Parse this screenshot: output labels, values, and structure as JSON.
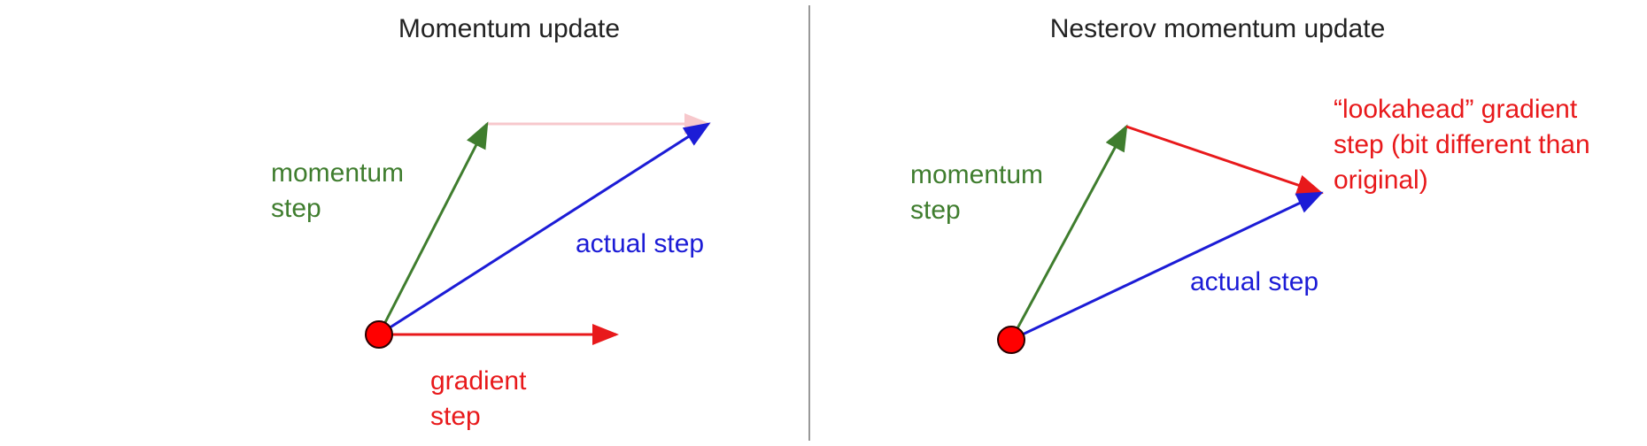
{
  "colors": {
    "momentum": "#3f7d2e",
    "gradient": "#e8191b",
    "gradient_faded": "#f7c8cc",
    "actual": "#1c1cd6",
    "divider": "#999999",
    "title": "#222222"
  },
  "left_panel": {
    "title": "Momentum update",
    "momentum_label": [
      "momentum",
      "step"
    ],
    "actual_label": "actual step",
    "gradient_label": [
      "gradient",
      "step"
    ]
  },
  "right_panel": {
    "title": "Nesterov momentum update",
    "momentum_label": [
      "momentum",
      "step"
    ],
    "actual_label": "actual step",
    "lookahead_label": [
      "“lookahead” gradient",
      "step (bit different than",
      "original)"
    ]
  }
}
